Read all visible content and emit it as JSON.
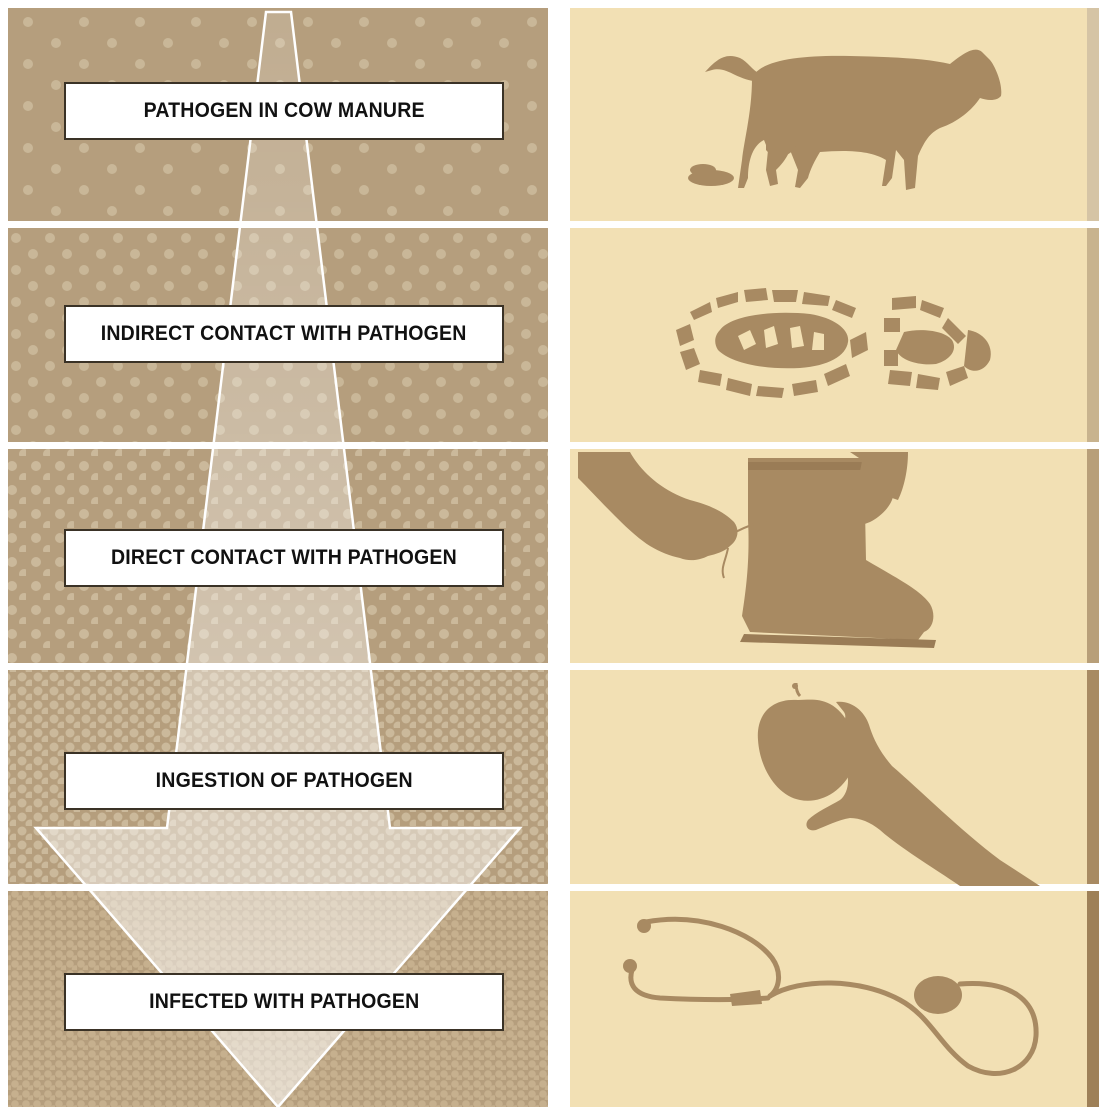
{
  "stages": [
    {
      "label": "PATHOGEN IN COW MANURE",
      "icon": "cow-with-manure-icon"
    },
    {
      "label": "INDIRECT CONTACT WITH PATHOGEN",
      "icon": "boot-prints-icon"
    },
    {
      "label": "DIRECT CONTACT WITH PATHOGEN",
      "icon": "hands-tying-boot-icon"
    },
    {
      "label": "INGESTION OF PATHOGEN",
      "icon": "hand-holding-apple-icon"
    },
    {
      "label": "INFECTED WITH PATHOGEN",
      "icon": "stethoscope-icon"
    }
  ],
  "colors": {
    "left_panel": "#b59e7d",
    "dots": "#cdbb9f",
    "right_panel": "#f2e0b4",
    "silhouette": "#a88a62",
    "arrow_fill": "#e8dccb",
    "label_border": "#3a3226"
  }
}
